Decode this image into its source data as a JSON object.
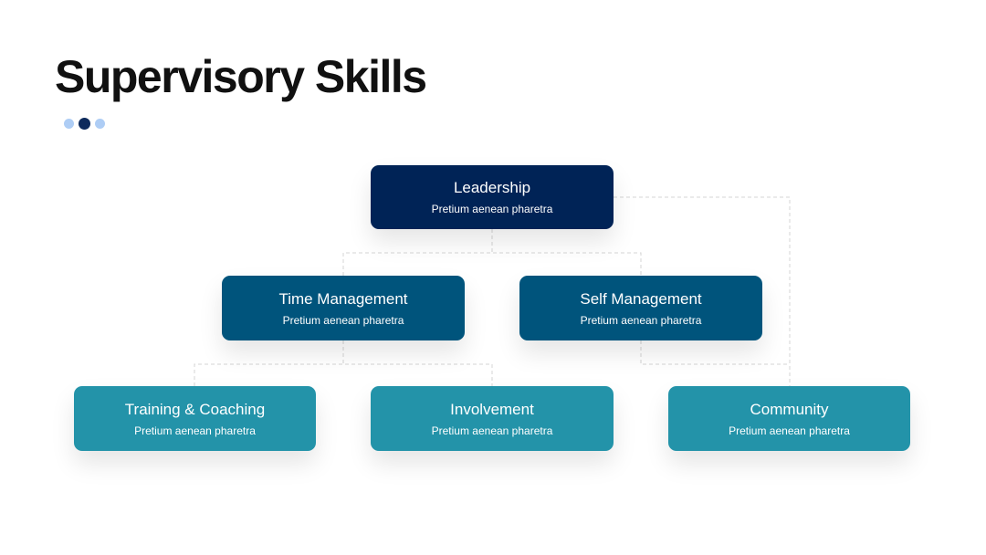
{
  "slide": {
    "title": "Supervisory Skills",
    "indicator_colors": [
      "#aecdf5",
      "#0d2a5c",
      "#aecdf5"
    ]
  },
  "colors": {
    "level1": "#002356",
    "level2": "#00547c",
    "level3": "#2393a9",
    "connector": "#d4d4d4"
  },
  "nodes": [
    {
      "id": "leadership",
      "title": "Leadership",
      "subtitle": "Pretium aenean pharetra"
    },
    {
      "id": "time-management",
      "title": "Time Management",
      "subtitle": "Pretium aenean pharetra"
    },
    {
      "id": "self-management",
      "title": "Self Management",
      "subtitle": "Pretium aenean pharetra"
    },
    {
      "id": "training-coaching",
      "title": "Training & Coaching",
      "subtitle": "Pretium aenean pharetra"
    },
    {
      "id": "involvement",
      "title": "Involvement",
      "subtitle": "Pretium aenean pharetra"
    },
    {
      "id": "community",
      "title": "Community",
      "subtitle": "Pretium aenean pharetra"
    }
  ],
  "edges": [
    {
      "from": "leadership",
      "to": "time-management"
    },
    {
      "from": "leadership",
      "to": "self-management"
    },
    {
      "from": "leadership",
      "to": "community"
    },
    {
      "from": "time-management",
      "to": "training-coaching"
    },
    {
      "from": "time-management",
      "to": "involvement"
    },
    {
      "from": "self-management",
      "to": "community"
    }
  ]
}
